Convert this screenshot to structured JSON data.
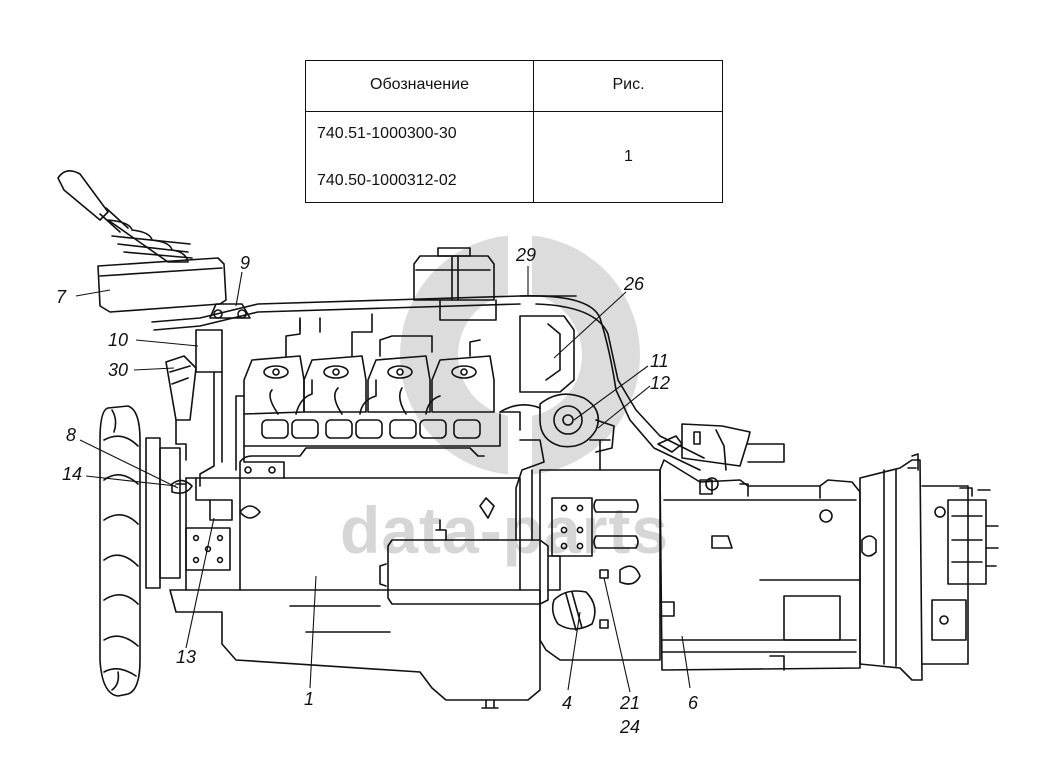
{
  "table": {
    "header_designation": "Обозначение",
    "header_figure": "Рис.",
    "rows": [
      "740.51-1000300-30",
      "740.50-1000312-02"
    ],
    "figure_number": "1"
  },
  "watermark": {
    "text": "data-parts"
  },
  "callouts": {
    "c1": "1",
    "c4": "4",
    "c6": "6",
    "c7": "7",
    "c8": "8",
    "c9": "9",
    "c10": "10",
    "c11": "11",
    "c12": "12",
    "c13": "13",
    "c14": "14",
    "c21": "21",
    "c24": "24",
    "c26": "26",
    "c29": "29",
    "c30": "30"
  }
}
